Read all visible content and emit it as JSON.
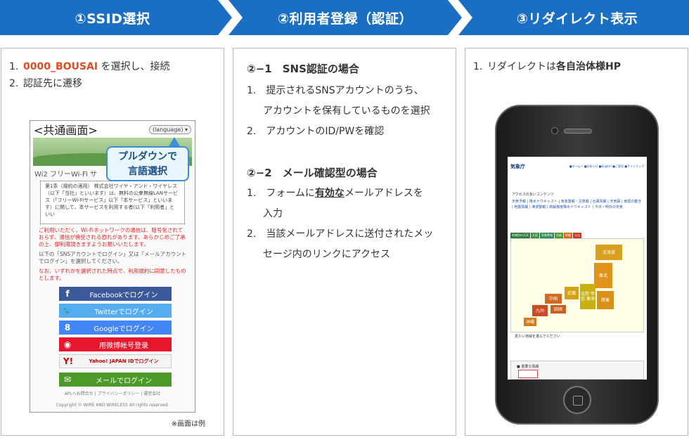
{
  "steps": [
    {
      "label": "①SSID選択",
      "color": "#1b6fc2"
    },
    {
      "label": "②利用者登録（認証）",
      "color": "#1b6fc2"
    },
    {
      "label": "③リダイレクト表示",
      "color": "#1b6fc2"
    }
  ],
  "panel1": {
    "list": [
      {
        "num": "1.",
        "ssid": "0000_BOUSAI",
        "text": " を選択し、接続"
      },
      {
        "num": "2.",
        "text": "認証先に遷移"
      }
    ],
    "screenshot": {
      "title": "<共通画面>",
      "language_button": "(language) ▾",
      "wifi_title": "Wi2 フリーWi-Fi サ",
      "terms": "第1条（規約の適用）\n株式会社ワイヤ・アンド・ワイヤレス（以下「当社」といいます）は、無料の公衆無線LANサービス（「フリーWi-Fiサービス」以下「本サービス」といいます）に関して、本サービスを利用する者(以下「利用者」といい",
      "red_notice": "ご利用いただく、Wi-Fiネットワークの通信は、暗号化されておらず、通信が傍受される恐れがあります。あらかじめご了承の上、御利用頂きますようお願いいたします。",
      "gray_notice": "以下の「SNSアカウントでログイン」又は「メールアカウントでログイン」を選択してください。",
      "red_notice2": "なお、いずれかを選択された時点で、利用規約に同意したものとします。",
      "buttons": [
        {
          "icon": "f",
          "label": "Facebookでログイン",
          "color": "#3b5998"
        },
        {
          "icon": "🐦",
          "label": "Twitterでログイン",
          "color": "#55acee"
        },
        {
          "icon": "8",
          "label": "Googleでログイン",
          "color": "#4285f4"
        },
        {
          "icon": "◉",
          "label": "用微博帐号登录",
          "color": "#e6162d"
        },
        {
          "icon": "Y!",
          "label": "Yahoo! JAPAN IDでログイン",
          "color": "#f4f4f4"
        },
        {
          "icon": "✉",
          "label": "メールでログイン",
          "color": "#4c9a2a"
        }
      ],
      "footer": "APLへお問合せ | プライバシーポリシー | 運営会社",
      "copyright": "Copyright © WIRE AND WIRELESS All rights reserved."
    },
    "callout": "プルダウンで\n言語選択",
    "note": "※画面は例"
  },
  "panel2": {
    "section1_title": "②−1　SNS認証の場合",
    "section1_items": [
      "1.　提示されるSNSアカウントのうち、",
      "アカウントを保有しているものを選択",
      "2.　アカウントのID/PWを確認"
    ],
    "section2_title": "②−2　メール確認型の場合",
    "section2_items_prefix": "1.　フォームに",
    "section2_items_underline": "有効な",
    "section2_items_suffix": "メールアドレスを",
    "section2_items_cont": "入力",
    "section2_item2a": "2.　当該メールアドレスに送付されたメッ",
    "section2_item2b": "セージ内のリンクにアクセス"
  },
  "panel3": {
    "item_num": "1.",
    "item_text": "リダイレクトは",
    "item_bold": "各自治体様HP",
    "screen": {
      "logo": "気象庁",
      "nav_links": "■ホームへ ■お知らせ ■English ■ご意見 ■サイトマップ",
      "section": "アクセスの多いコンテンツ",
      "links": "天気予報 | 降水ナウキャスト | 気象警報・注意報 | 台風情報 | 天気図 | 雨雲の動き | 地震情報 | 津波警報 | 高解像度降水ナウキャスト | 今日・明日の天気",
      "tabs": [
        "地域別の天気",
        "天気",
        "気象警報",
        "台風",
        "地震",
        "火山"
      ],
      "regions": [
        "北海道",
        "東北",
        "北陸 甲信 東海",
        "関東",
        "近畿",
        "中国",
        "四国",
        "九州",
        "沖縄"
      ],
      "caption": "見たい地域を選んでください",
      "box_title": "■ 重要な情報"
    }
  }
}
